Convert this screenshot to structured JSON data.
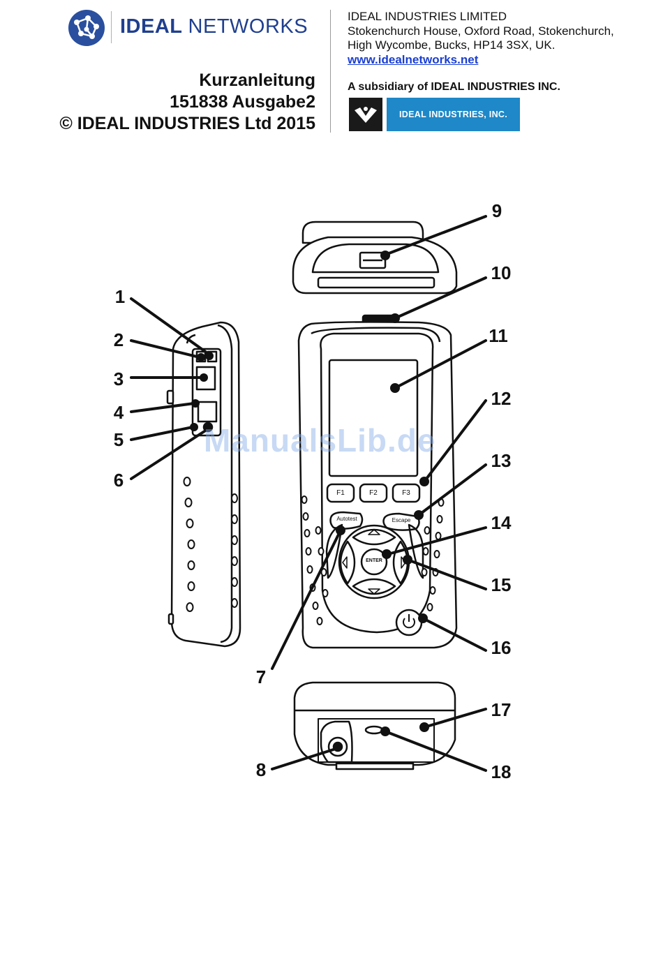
{
  "header": {
    "logo_bold": "IDEAL",
    "logo_light": "NETWORKS",
    "title_lines": [
      "Kurzanleitung",
      "151838 Ausgabe2",
      "© IDEAL INDUSTRIES Ltd 2015"
    ],
    "address_lines": [
      "IDEAL INDUSTRIES LIMITED",
      "Stokenchurch House, Oxford Road, Stokenchurch,",
      "High Wycombe, Bucks, HP14 3SX, UK."
    ],
    "website": "www.idealnetworks.net",
    "subsidiary": "A subsidiary of IDEAL INDUSTRIES INC.",
    "parent_logo_text": "IDEAL INDUSTRIES, INC."
  },
  "device": {
    "key_labels": {
      "f1": "F1",
      "f2": "F2",
      "f3": "F3",
      "autotest": "Autotest",
      "escape": "Escape",
      "enter": "ENTER"
    }
  },
  "callouts": [
    "1",
    "2",
    "3",
    "4",
    "5",
    "6",
    "7",
    "8",
    "9",
    "10",
    "11",
    "12",
    "13",
    "14",
    "15",
    "16",
    "17",
    "18"
  ],
  "watermark": "ManualsLib.de",
  "colors": {
    "brand_blue": "#1f3f8f",
    "link_blue": "#1a3fd0",
    "parent_blue": "#1e88c8"
  }
}
